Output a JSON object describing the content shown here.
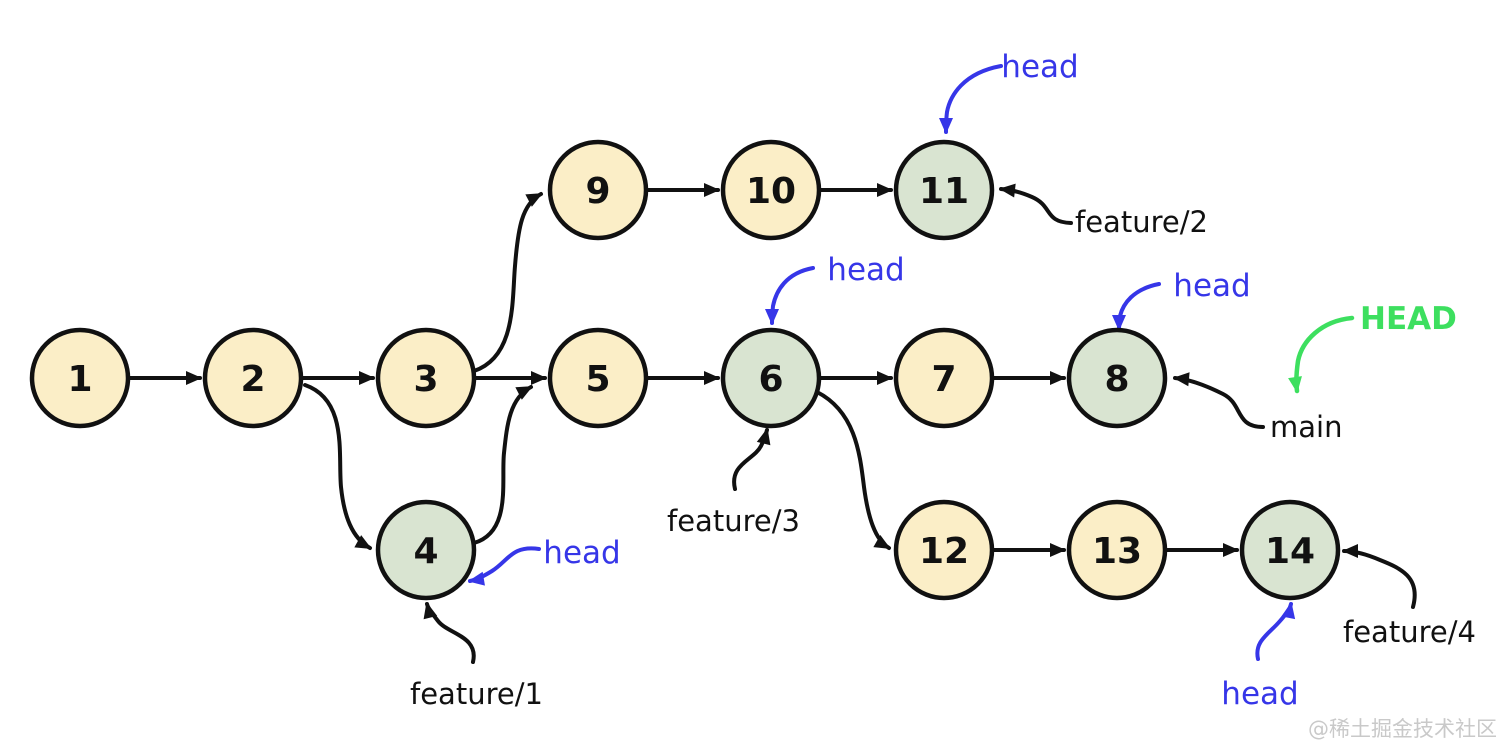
{
  "diagram": {
    "kind": "git-commit-graph",
    "colors": {
      "commit_fill": "#fbeec7",
      "branch_tip_fill": "#d9e4d1",
      "node_stroke": "#111111",
      "edge_stroke": "#111111",
      "head_pointer": "#3636e8",
      "HEAD_pointer": "#3ddf5f",
      "watermark": "#c9c9c9",
      "background": "#ffffff"
    },
    "nodes": [
      {
        "id": "1",
        "label": "1",
        "highlighted": false
      },
      {
        "id": "2",
        "label": "2",
        "highlighted": false
      },
      {
        "id": "3",
        "label": "3",
        "highlighted": false
      },
      {
        "id": "4",
        "label": "4",
        "highlighted": true
      },
      {
        "id": "5",
        "label": "5",
        "highlighted": false
      },
      {
        "id": "6",
        "label": "6",
        "highlighted": true
      },
      {
        "id": "7",
        "label": "7",
        "highlighted": false
      },
      {
        "id": "8",
        "label": "8",
        "highlighted": true
      },
      {
        "id": "9",
        "label": "9",
        "highlighted": false
      },
      {
        "id": "10",
        "label": "10",
        "highlighted": false
      },
      {
        "id": "11",
        "label": "11",
        "highlighted": true
      },
      {
        "id": "12",
        "label": "12",
        "highlighted": false
      },
      {
        "id": "13",
        "label": "13",
        "highlighted": false
      },
      {
        "id": "14",
        "label": "14",
        "highlighted": true
      }
    ],
    "edges": [
      {
        "from": "1",
        "to": "2"
      },
      {
        "from": "2",
        "to": "3"
      },
      {
        "from": "2",
        "to": "4"
      },
      {
        "from": "3",
        "to": "5"
      },
      {
        "from": "3",
        "to": "9"
      },
      {
        "from": "4",
        "to": "5"
      },
      {
        "from": "5",
        "to": "6"
      },
      {
        "from": "6",
        "to": "7"
      },
      {
        "from": "6",
        "to": "12"
      },
      {
        "from": "7",
        "to": "8"
      },
      {
        "from": "9",
        "to": "10"
      },
      {
        "from": "10",
        "to": "11"
      },
      {
        "from": "12",
        "to": "13"
      },
      {
        "from": "13",
        "to": "14"
      }
    ],
    "branch_labels": [
      {
        "label": "feature/1",
        "points_to": "4"
      },
      {
        "label": "feature/2",
        "points_to": "11"
      },
      {
        "label": "feature/3",
        "points_to": "6"
      },
      {
        "label": "feature/4",
        "points_to": "14"
      },
      {
        "label": "main",
        "points_to": "8"
      }
    ],
    "head_labels": [
      {
        "label": "head",
        "points_to": "11"
      },
      {
        "label": "head",
        "points_to": "6"
      },
      {
        "label": "head",
        "points_to": "8"
      },
      {
        "label": "head",
        "points_to": "4"
      },
      {
        "label": "head",
        "points_to": "14"
      },
      {
        "label": "HEAD",
        "points_to": "main"
      }
    ],
    "watermark": "@稀土掘金技术社区"
  }
}
